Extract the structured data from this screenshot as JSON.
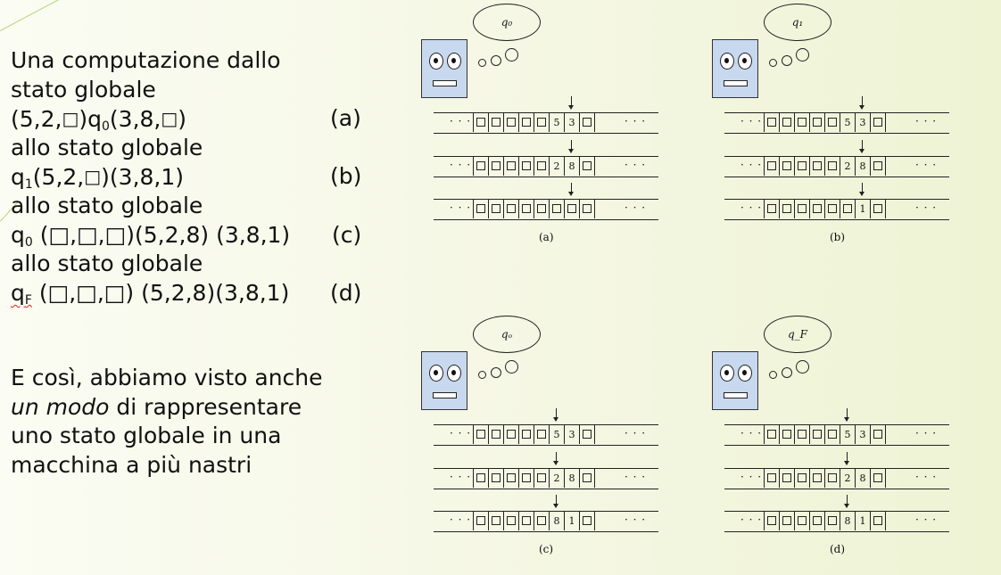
{
  "left": {
    "lines": [
      {
        "text": "Una computazione dallo"
      },
      {
        "text": "stato globale"
      },
      {
        "pre": "(5,2,",
        "sq1": "□",
        "mid": ")q",
        "sub": "0",
        "post": "(3,8,",
        "sq2": "□",
        "end": ")",
        "label": "(a)"
      },
      {
        "text": "allo stato globale"
      },
      {
        "pre": "q",
        "sub": "1",
        "mid": "(5,2,",
        "sq1": "□",
        "post": ")(3,8,1)",
        "label": "(b)"
      },
      {
        "text": "allo stato globale"
      },
      {
        "pre": "q",
        "sub": "0",
        "mid": " (□,□,□)(5,2,8) (3,8,1)",
        "label": "(c)"
      },
      {
        "text": "allo stato globale"
      },
      {
        "pre": "q",
        "sub": "F",
        "mid": " (□,□,□) (5,2,8)(3,8,1)",
        "label": "(d)"
      }
    ],
    "para2_a": "E così, abbiamo visto anche",
    "para2_em": "un modo",
    "para2_b": " di rappresentare",
    "para2_c": "uno stato globale in una",
    "para2_d": "macchina a più nastri"
  },
  "panels": [
    {
      "state": "q₀",
      "caption": "(a)",
      "tapes": [
        [
          "□",
          "□",
          "□",
          "□",
          "□",
          "5",
          "3",
          "□"
        ],
        [
          "□",
          "□",
          "□",
          "□",
          "□",
          "2",
          "8",
          "□"
        ],
        [
          "□",
          "□",
          "□",
          "□",
          "□",
          "□",
          "□",
          "□"
        ]
      ],
      "heads": [
        6,
        6,
        6
      ]
    },
    {
      "state": "q₁",
      "caption": "(b)",
      "tapes": [
        [
          "□",
          "□",
          "□",
          "□",
          "□",
          "5",
          "3",
          "□"
        ],
        [
          "□",
          "□",
          "□",
          "□",
          "□",
          "2",
          "8",
          "□"
        ],
        [
          "□",
          "□",
          "□",
          "□",
          "□",
          "□",
          "1",
          "□"
        ]
      ],
      "heads": [
        6,
        6,
        6
      ]
    },
    {
      "state": "qₒ",
      "caption": "(c)",
      "tapes": [
        [
          "□",
          "□",
          "□",
          "□",
          "□",
          "5",
          "3",
          "□"
        ],
        [
          "□",
          "□",
          "□",
          "□",
          "□",
          "2",
          "8",
          "□"
        ],
        [
          "□",
          "□",
          "□",
          "□",
          "□",
          "8",
          "1",
          "□"
        ]
      ],
      "heads": [
        5,
        5,
        5
      ]
    },
    {
      "state": "q_F",
      "caption": "(d)",
      "tapes": [
        [
          "□",
          "□",
          "□",
          "□",
          "□",
          "5",
          "3",
          "□"
        ],
        [
          "□",
          "□",
          "□",
          "□",
          "□",
          "2",
          "8",
          "□"
        ],
        [
          "□",
          "□",
          "□",
          "□",
          "□",
          "8",
          "1",
          "□"
        ]
      ],
      "heads": [
        5,
        5,
        5
      ]
    }
  ],
  "dots": "· · ·"
}
